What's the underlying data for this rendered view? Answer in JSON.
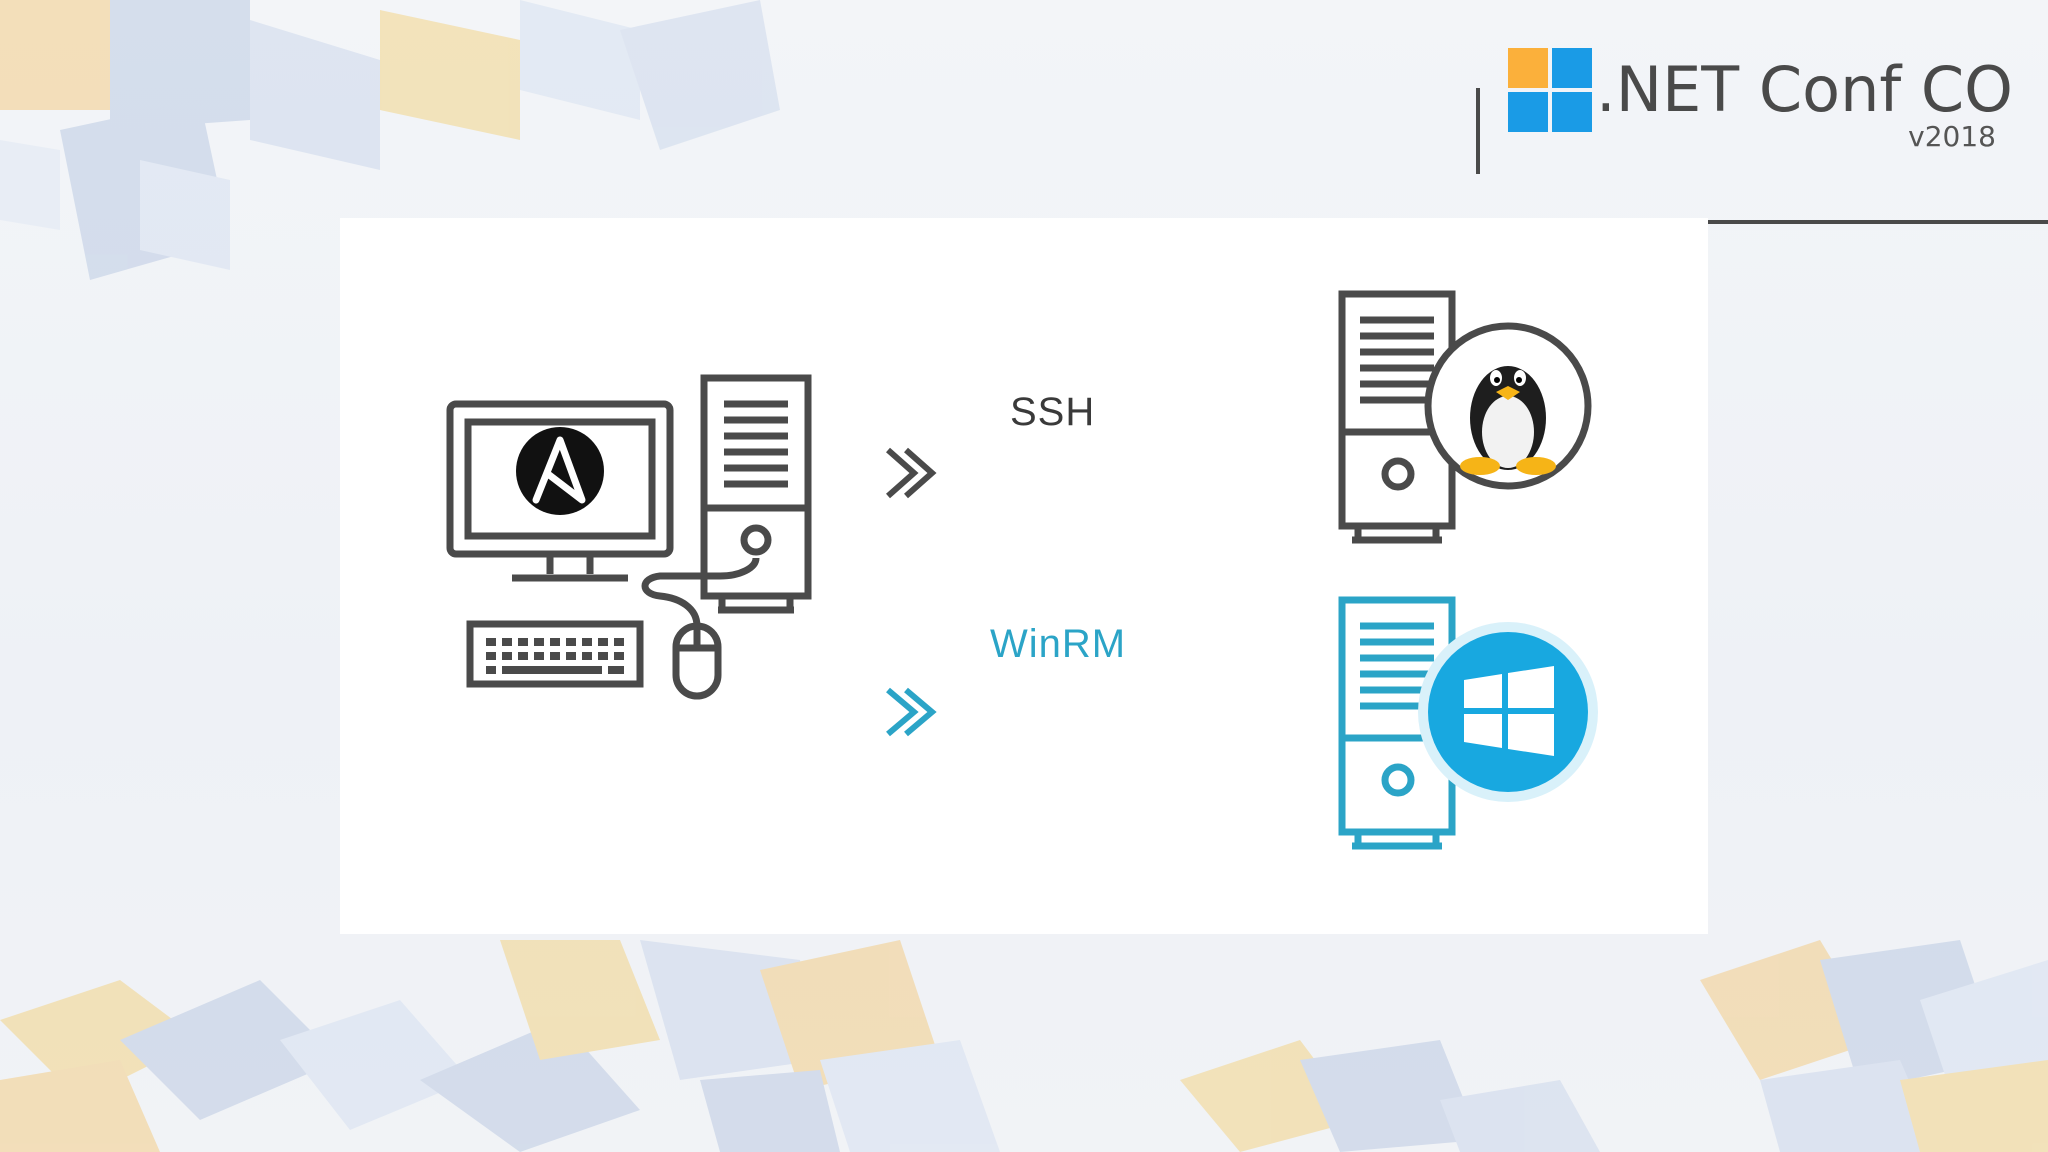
{
  "branding": {
    "title": ".NET Conf CO",
    "subtitle": "v2018",
    "logo_colors": [
      "#fbb03b",
      "#1a9be6",
      "#1a9be6",
      "#1a9be6"
    ]
  },
  "diagram": {
    "control_node_icon": "computer-with-ansible-logo-icon",
    "connections": [
      {
        "label": "SSH",
        "color": "#3a3a3a",
        "target_icon": "linux-server-icon"
      },
      {
        "label": "WinRM",
        "color": "#2ba4c7",
        "target_icon": "windows-server-icon"
      }
    ],
    "colors": {
      "dark": "#4a4a4a",
      "accent": "#2ba4c7",
      "windows": "#18a8e0"
    }
  }
}
